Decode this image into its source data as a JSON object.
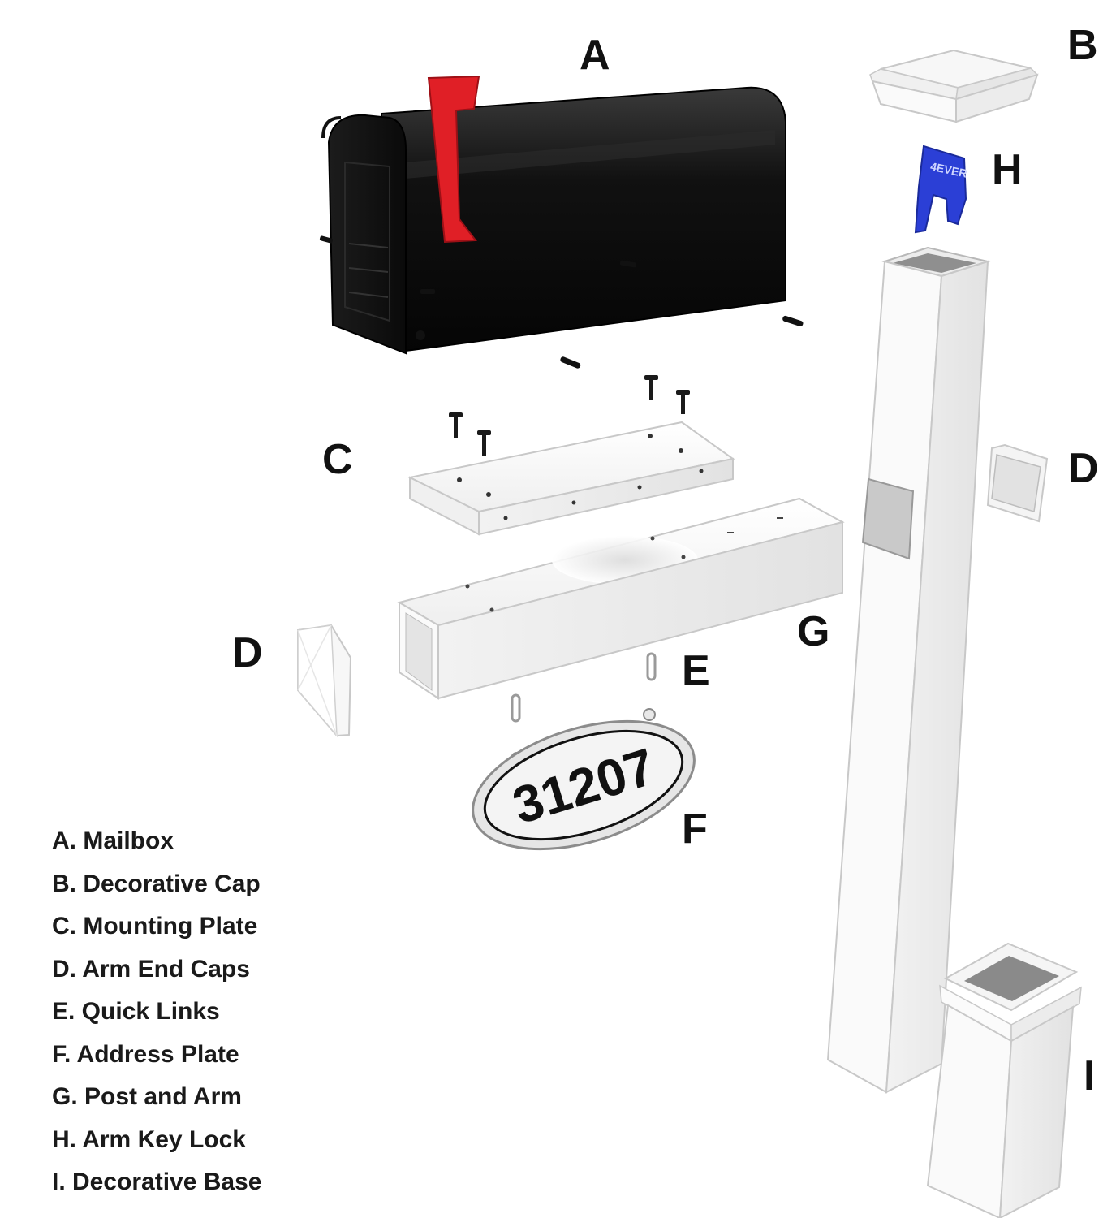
{
  "callouts": {
    "a": "A",
    "b": "B",
    "c": "C",
    "d_arm": "D",
    "d_post": "D",
    "e": "E",
    "f": "F",
    "g": "G",
    "h": "H",
    "i": "I"
  },
  "address_number": "31207",
  "key_lock_logo": "4EVER",
  "legend": [
    "A. Mailbox",
    "B. Decorative Cap",
    "C. Mounting Plate",
    "D. Arm End Caps",
    "E. Quick Links",
    "F. Address Plate",
    "G. Post and Arm",
    "H. Arm Key Lock",
    "I. Decorative Base"
  ],
  "colors": {
    "mailbox": "#0d0d0d",
    "flag": "#e01f26",
    "key_lock": "#2b3fd6",
    "vinyl": "#ffffff",
    "outline": "#b8b8b8",
    "text": "#1a1a1a"
  }
}
